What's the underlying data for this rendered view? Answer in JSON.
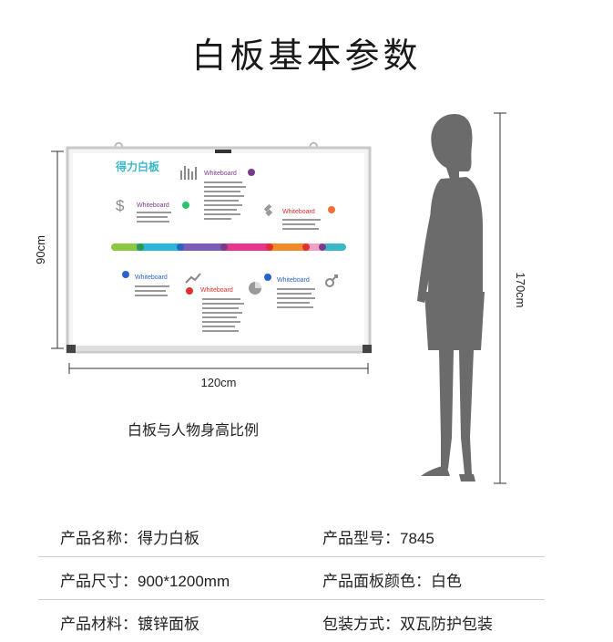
{
  "title": "白板基本参数",
  "board": {
    "brand_text": "得力白板",
    "section_label": "Whiteboard"
  },
  "dimensions": {
    "height": "90cm",
    "width": "120cm",
    "person_height": "170cm"
  },
  "caption": "白板与人物身高比例",
  "specs": [
    {
      "left": "产品名称：得力白板",
      "right": "产品型号：7845"
    },
    {
      "left": "产品尺寸：900*1200mm",
      "right": "产品面板颜色：白色"
    },
    {
      "left": "产品材料：镀锌面板",
      "right": "包装方式：双瓦防护包装"
    }
  ],
  "colors": {
    "brand_teal": "#3ab8c8",
    "purple": "#7c3a8c",
    "green": "#2bc46a",
    "red": "#e0312f",
    "blue": "#2a63c9",
    "orange": "#f0703a",
    "pink": "#e8368e",
    "silhouette": "#6b6b6b"
  }
}
